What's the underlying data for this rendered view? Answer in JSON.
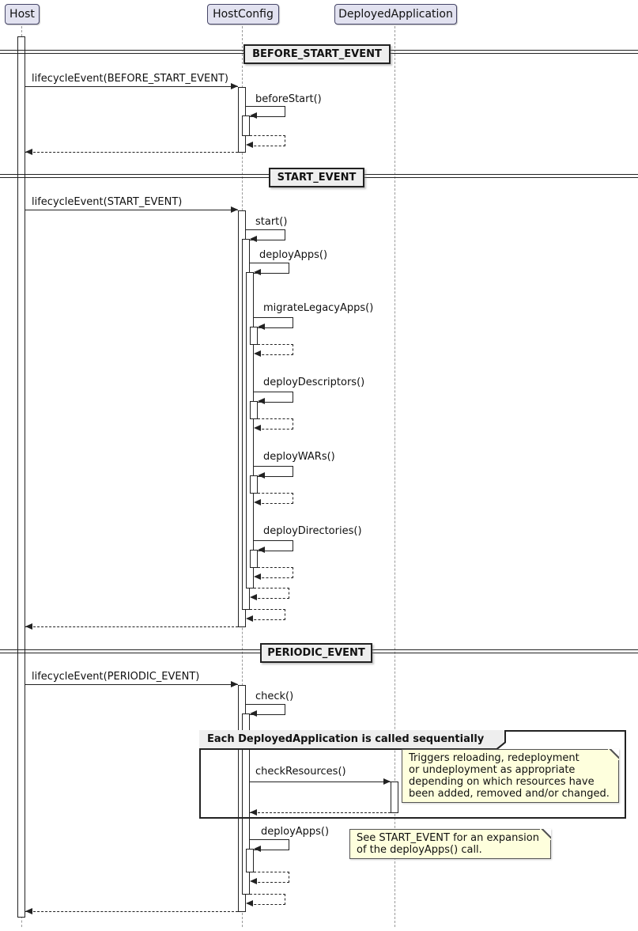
{
  "participants": [
    {
      "label": "Host"
    },
    {
      "label": "HostConfig"
    },
    {
      "label": "DeployedApplication"
    }
  ],
  "dividers": [
    {
      "label": "BEFORE_START_EVENT"
    },
    {
      "label": "START_EVENT"
    },
    {
      "label": "PERIODIC_EVENT"
    }
  ],
  "messages": {
    "lifecycle_before_start": "lifecycleEvent(BEFORE_START_EVENT)",
    "before_start": "beforeStart()",
    "lifecycle_start": "lifecycleEvent(START_EVENT)",
    "start": "start()",
    "deploy_apps": "deployApps()",
    "migrate_legacy_apps": "migrateLegacyApps()",
    "deploy_descriptors": "deployDescriptors()",
    "deploy_wars": "deployWARs()",
    "deploy_directories": "deployDirectories()",
    "lifecycle_periodic": "lifecycleEvent(PERIODIC_EVENT)",
    "check": "check()",
    "check_resources": "checkResources()",
    "deploy_apps_periodic": "deployApps()"
  },
  "frame": {
    "title": "Each DeployedApplication is called sequentially"
  },
  "notes": {
    "check_resources": "Triggers reloading, redeployment\nor undeployment as appropriate\ndepending on which resources have\nbeen added, removed and/or changed.",
    "deploy_apps": "See START_EVENT for an expansion\nof the deployApps() call."
  },
  "colors": {
    "participant_fill": "#E2E2F0",
    "participant_border": "#464667",
    "divider_fill": "#EEEEEE",
    "frame_header_fill": "#EEEEEE",
    "note_fill": "#FEFFDD",
    "line": "#222222",
    "lifeline": "#9A9A9A"
  }
}
